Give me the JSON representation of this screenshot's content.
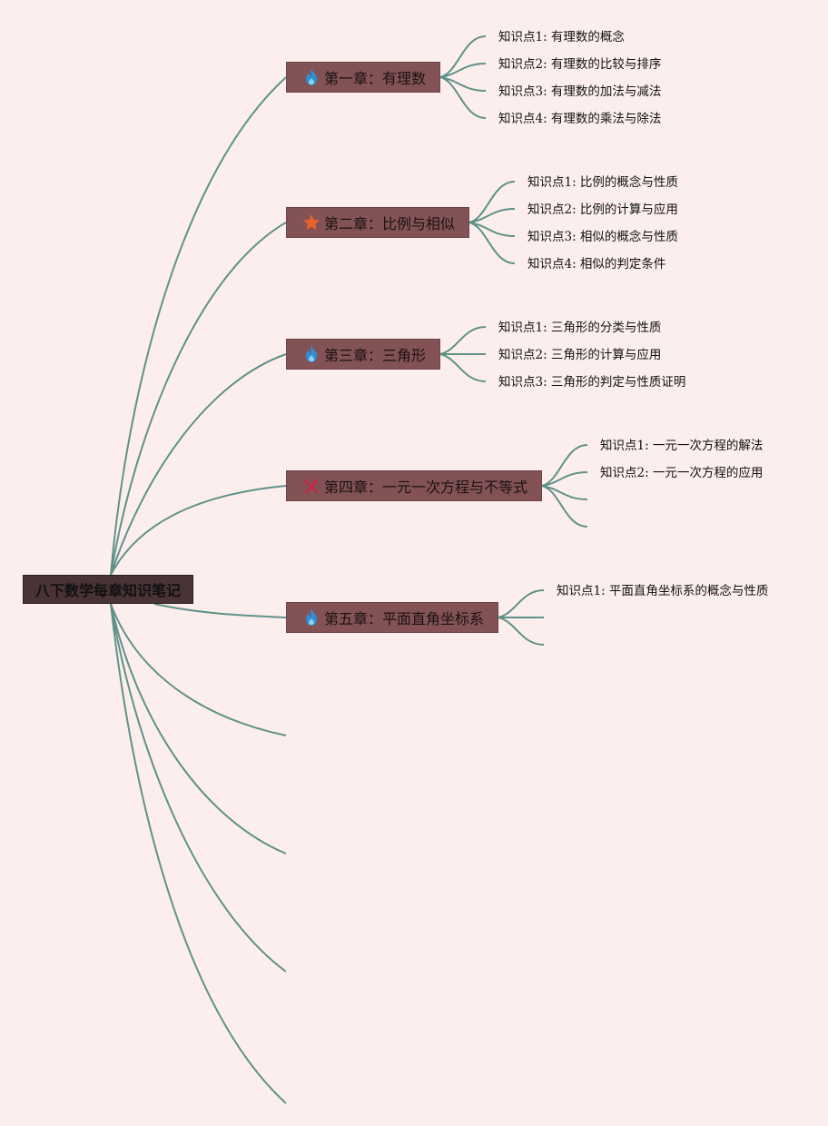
{
  "root": {
    "title": "八下数学每章知识笔记"
  },
  "chapters": [
    {
      "title": "第一章：有理数",
      "icon": "flame-icon",
      "icon_color": "#2f8fd6",
      "points": [
        "知识点1: 有理数的概念",
        "知识点2: 有理数的比较与排序",
        "知识点3: 有理数的加法与减法",
        "知识点4: 有理数的乘法与除法"
      ]
    },
    {
      "title": "第二章：比例与相似",
      "icon": "star-icon",
      "icon_color": "#e8622a",
      "points": [
        "知识点1: 比例的概念与性质",
        "知识点2: 比例的计算与应用",
        "知识点3: 相似的概念与性质",
        "知识点4: 相似的判定条件"
      ]
    },
    {
      "title": "第三章：三角形",
      "icon": "flame-icon",
      "icon_color": "#2f8fd6",
      "points": [
        "知识点1: 三角形的分类与性质",
        "知识点2: 三角形的计算与应用",
        "知识点3: 三角形的判定与性质证明"
      ]
    },
    {
      "title": "第四章：一元一次方程与不等式",
      "icon": "crossed-tools-icon",
      "icon_color": "#c2284a",
      "points": [
        "知识点1: 一元一次方程的解法",
        "知识点2: 一元一次方程的应用"
      ]
    },
    {
      "title": "第五章：平面直角坐标系",
      "icon": "flame-icon",
      "icon_color": "#2f8fd6",
      "points": [
        "知识点1: 平面直角坐标系的概念与性质"
      ]
    }
  ],
  "colors": {
    "background": "#fdeeee",
    "link": "#5f9287",
    "chapter_fill": "#835254",
    "root_fill": "#4a3336"
  }
}
